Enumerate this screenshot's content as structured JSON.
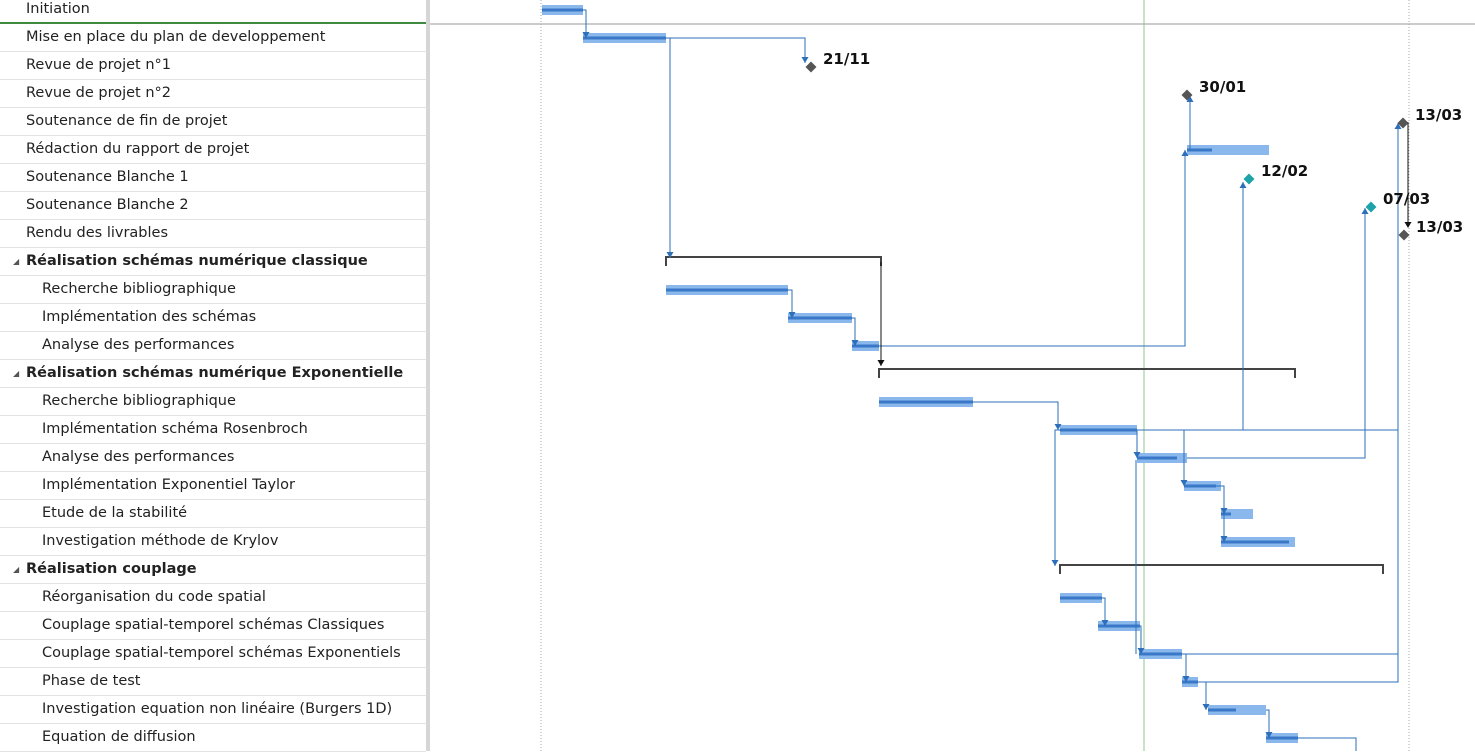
{
  "tasks": [
    {
      "name": "Initiation",
      "level": 0,
      "summary": false
    },
    {
      "name": "Mise en place du plan de developpement",
      "level": 0,
      "summary": false
    },
    {
      "name": "Revue de projet n°1",
      "level": 0,
      "summary": false
    },
    {
      "name": "Revue de projet n°2",
      "level": 0,
      "summary": false
    },
    {
      "name": "Soutenance de fin de projet",
      "level": 0,
      "summary": false
    },
    {
      "name": "Rédaction du rapport de projet",
      "level": 0,
      "summary": false
    },
    {
      "name": "Soutenance Blanche 1",
      "level": 0,
      "summary": false
    },
    {
      "name": "Soutenance Blanche 2",
      "level": 0,
      "summary": false
    },
    {
      "name": "Rendu des livrables",
      "level": 0,
      "summary": false
    },
    {
      "name": "Réalisation schémas numérique classique",
      "level": 0,
      "summary": true
    },
    {
      "name": "Recherche bibliographique",
      "level": 1,
      "summary": false
    },
    {
      "name": "Implémentation des schémas",
      "level": 1,
      "summary": false
    },
    {
      "name": "Analyse des performances",
      "level": 1,
      "summary": false
    },
    {
      "name": "Réalisation schémas numérique Exponentielle",
      "level": 0,
      "summary": true
    },
    {
      "name": "Recherche bibliographique",
      "level": 1,
      "summary": false
    },
    {
      "name": "Implémentation schéma Rosenbroch",
      "level": 1,
      "summary": false
    },
    {
      "name": "Analyse des performances",
      "level": 1,
      "summary": false
    },
    {
      "name": "Implémentation Exponentiel Taylor",
      "level": 1,
      "summary": false
    },
    {
      "name": "Etude de la stabilité",
      "level": 1,
      "summary": false
    },
    {
      "name": "Investigation méthode de Krylov",
      "level": 1,
      "summary": false
    },
    {
      "name": "Réalisation couplage",
      "level": 0,
      "summary": true
    },
    {
      "name": "Réorganisation du code spatial",
      "level": 1,
      "summary": false
    },
    {
      "name": "Couplage spatial-temporel schémas Classiques",
      "level": 1,
      "summary": false
    },
    {
      "name": "Couplage spatial-temporel schémas Exponentiels",
      "level": 1,
      "summary": false
    },
    {
      "name": "Phase de test",
      "level": 1,
      "summary": false
    },
    {
      "name": "Investigation equation non linéaire (Burgers 1D)",
      "level": 1,
      "summary": false
    },
    {
      "name": "Equation de diffusion",
      "level": 1,
      "summary": false
    }
  ],
  "collapse_glyph": "◢",
  "milestones": [
    {
      "row": 2,
      "label": "21/11",
      "color": "#555555"
    },
    {
      "row": 3,
      "label": "30/01",
      "color": "#555555"
    },
    {
      "row": 4,
      "label": "13/03",
      "color": "#555555"
    },
    {
      "row": 6,
      "label": "12/02",
      "color": "#1fa3a8"
    },
    {
      "row": 7,
      "label": "07/03",
      "color": "#1fa3a8"
    },
    {
      "row": 8,
      "label": "13/03",
      "color": "#555555"
    }
  ],
  "colors": {
    "bar_fill": "#8ab8ec",
    "bar_progress": "#3a78c8",
    "link": "#2e6fba",
    "summary": "#444444",
    "status_line": "#8fc58f",
    "grid_dotted": "#aaaaaa"
  }
}
